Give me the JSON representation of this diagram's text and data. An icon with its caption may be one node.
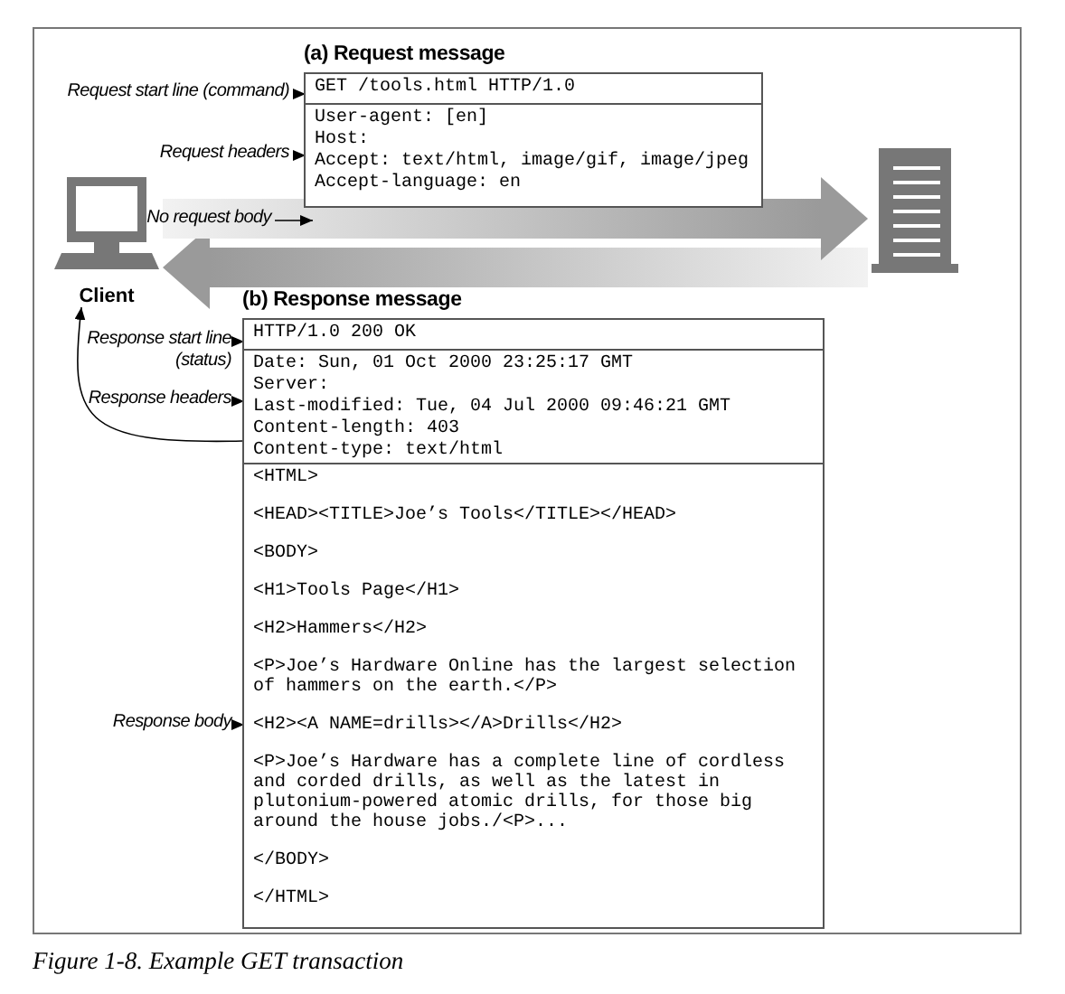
{
  "diagram": {
    "caption": "Figure 1-8. Example GET transaction",
    "nodes": [
      {
        "text": [
          "(a) Request message"
        ]
      },
      {
        "text": [
          "GET /tools.html HTTP/1.0"
        ],
        "in": 0
      },
      {
        "text": [
          "User-agent: [en]",
          "Host:",
          "Accept: text/html, image/gif, image/jpeg",
          "Accept-language: en"
        ],
        "in": 0
      },
      {
        "text": [
          "Request start line (command)"
        ]
      },
      {
        "text": [
          "Request headers"
        ]
      },
      {
        "text": [
          "No request body"
        ]
      },
      {
        "text": [
          "Client"
        ]
      },
      {
        "text": [],
        "shape": "server"
      },
      {
        "text": [
          "(b) Response message"
        ]
      },
      {
        "text": [
          "HTTP/1.0 200 OK"
        ],
        "in": 8
      },
      {
        "text": [
          "Date: Sun, 01 Oct 2000 23:25:17 GMT",
          "Server:",
          "Last-modified: Tue, 04 Jul 2000 09:46:21 GMT",
          "Content-length: 403",
          "Content-type: text/html"
        ],
        "in": 8
      },
      {
        "text": [
          "<HTML>",
          "<HEAD><TITLE>Joe’s Tools</TITLE></HEAD>",
          "<BODY>",
          "<H1>Tools Page</H1>",
          "<H2>Hammers</H2>",
          "<P>Joe’s Hardware Online has the largest selection of hammers on the earth.</P>",
          "<H2><A NAME=drills></A>Drills</H2>",
          "<P>Joe’s Hardware has a complete line of cordless and corded drills, as well as the latest in plutonium-powered atomic drills, for those big around the house jobs./<P>...",
          "</BODY>",
          "</HTML>"
        ],
        "in": 8
      },
      {
        "text": [
          "Response start line (status)"
        ]
      },
      {
        "text": [
          "Response headers"
        ]
      },
      {
        "text": [
          "Response body"
        ]
      }
    ],
    "edges": [
      {
        "from": 3,
        "to": 1,
        "arrow": "to"
      },
      {
        "from": 4,
        "to": 2,
        "arrow": "to"
      },
      {
        "from": 5,
        "to": null,
        "arrow": "to"
      },
      {
        "from": 6,
        "to": 7,
        "arrow": "to",
        "style": "thick",
        "color": "#9a9a9a"
      },
      {
        "from": 7,
        "to": 6,
        "arrow": "to",
        "style": "thick",
        "color": "#9a9a9a"
      },
      {
        "from": 12,
        "to": 9,
        "arrow": "to"
      },
      {
        "from": 13,
        "to": 10,
        "arrow": "to"
      },
      {
        "from": 14,
        "to": 11,
        "arrow": "to"
      },
      {
        "from": 8,
        "to": 6,
        "arrow": "to"
      }
    ]
  }
}
